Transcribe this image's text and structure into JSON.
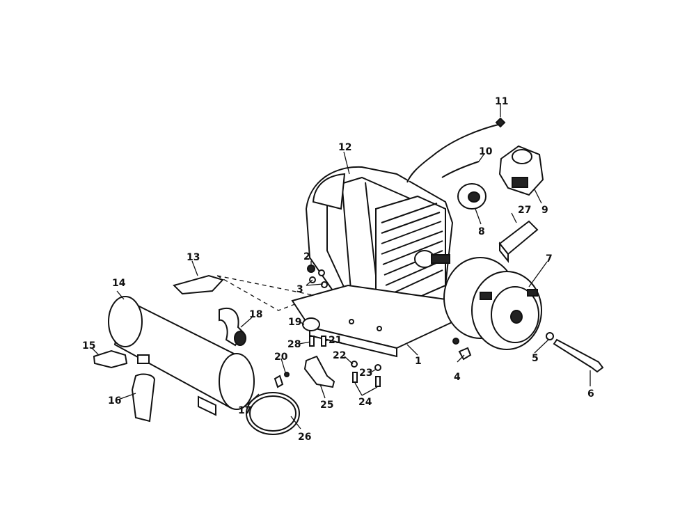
{
  "callouts": [
    "1",
    "2",
    "3",
    "4",
    "5",
    "6",
    "7",
    "8",
    "9",
    "10",
    "11",
    "12",
    "13",
    "14",
    "15",
    "16",
    "17",
    "18",
    "19",
    "20",
    "21",
    "22",
    "23",
    "24",
    "25",
    "26",
    "27"
  ],
  "colors": {
    "ink": "#111111",
    "paper": "#ffffff"
  }
}
